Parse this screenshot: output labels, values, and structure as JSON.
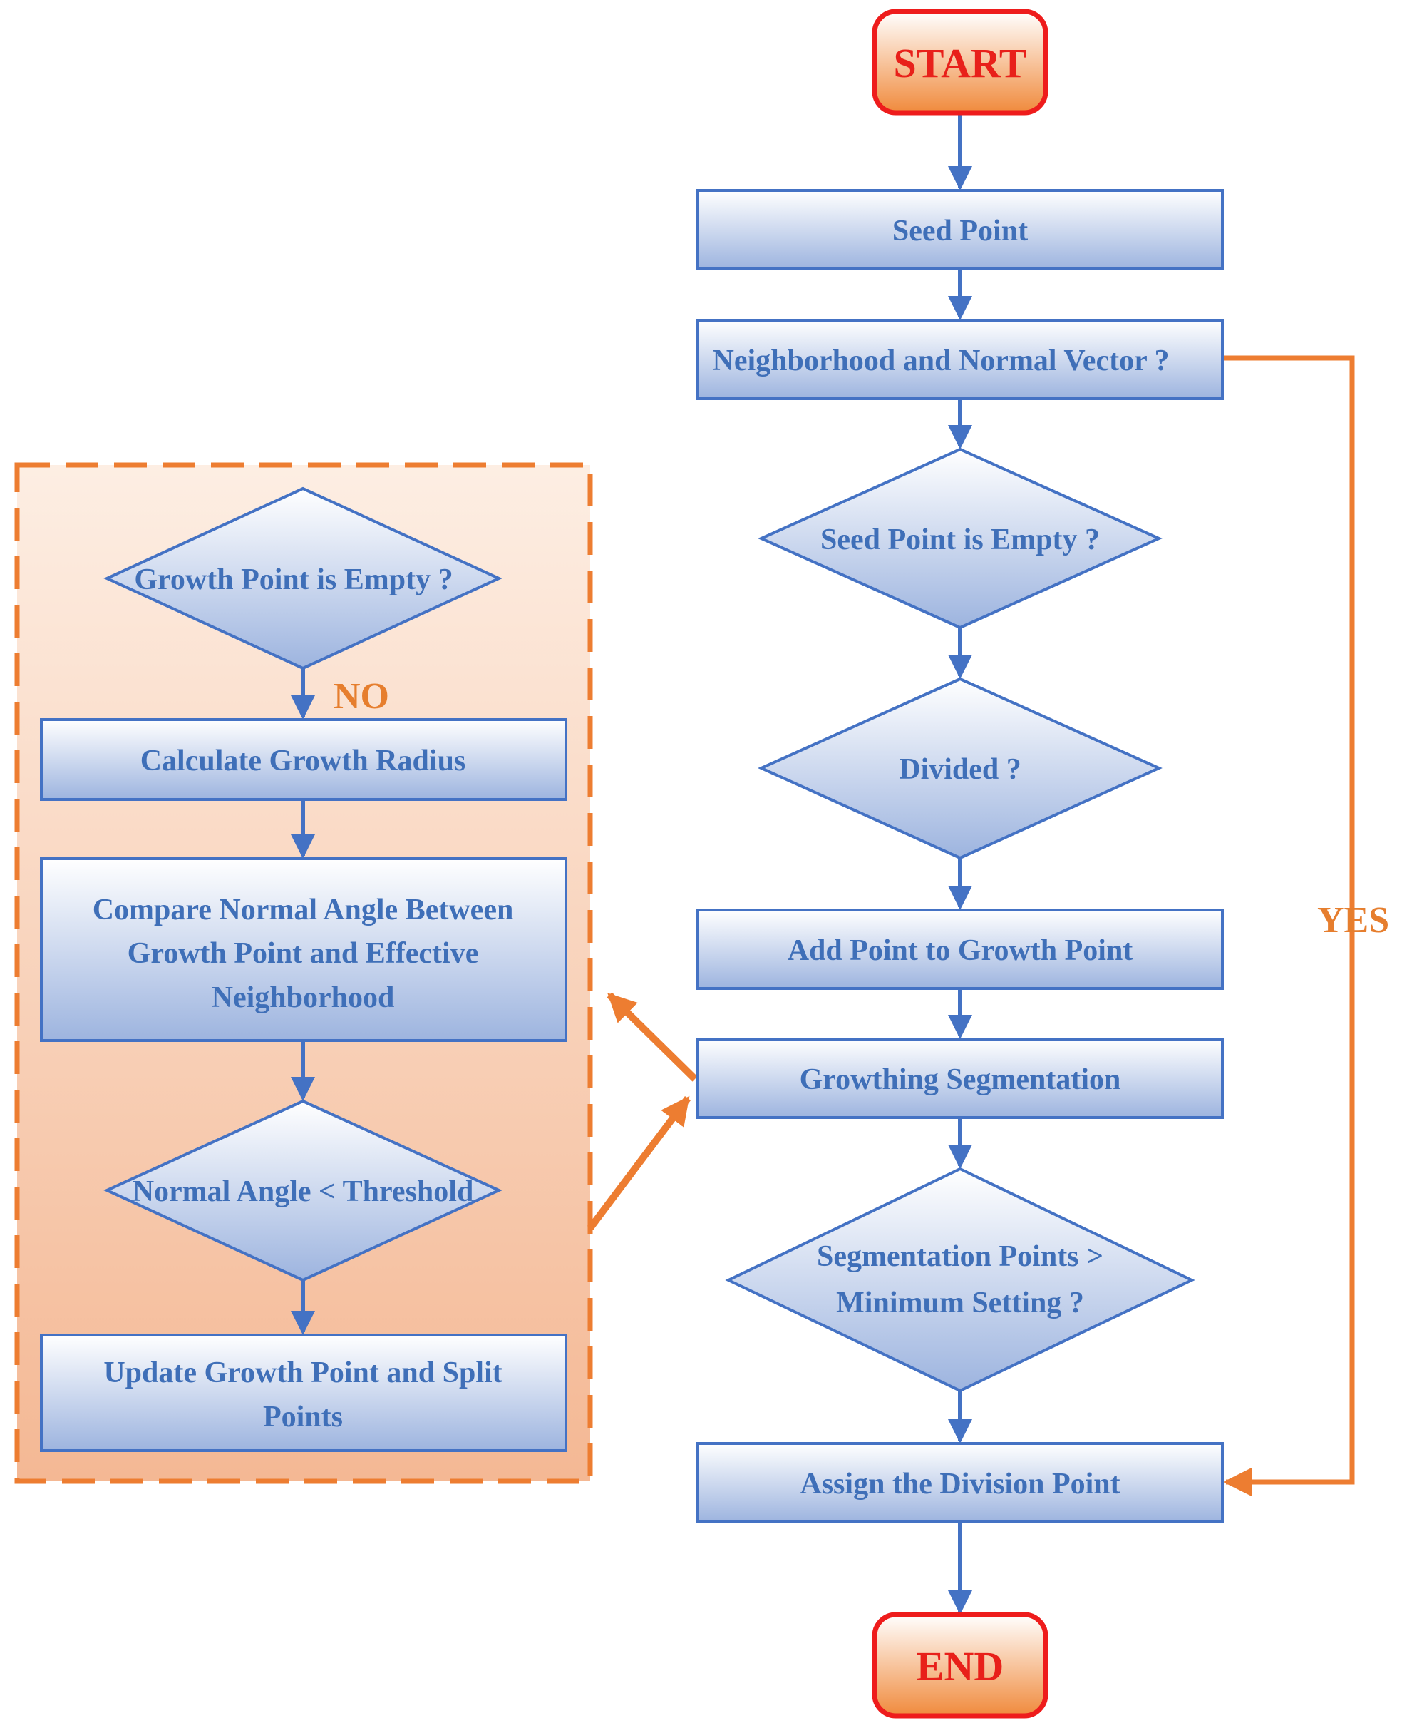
{
  "nodes": {
    "start": "START",
    "seed_point": "Seed Point",
    "neighborhood": "Neighborhood and Normal Vector ?",
    "seed_empty": "Seed Point is Empty ?",
    "divided": "Divided ?",
    "add_point": "Add Point to Growth Point",
    "growthing": "Growthing Segmentation",
    "seg_points_line1": "Segmentation Points >",
    "seg_points_line2": "Minimum Setting ?",
    "assign": "Assign the Division Point",
    "end": "END",
    "growth_empty": "Growth Point is Empty ?",
    "calc_radius": "Calculate Growth Radius",
    "compare_line1": "Compare Normal Angle Between",
    "compare_line2": "Growth Point and Effective",
    "compare_line3": "Neighborhood",
    "normal_angle": "Normal Angle < Threshold",
    "update_line1": "Update Growth Point and Split",
    "update_line2": "Points"
  },
  "labels": {
    "no": "NO",
    "yes": "YES"
  },
  "colors": {
    "box_stroke": "#4472c4",
    "text_blue": "#3f6fb8",
    "terminal_stroke": "#ee1c1c",
    "terminal_text": "#e8201a",
    "accent_orange": "#ed7d31"
  }
}
